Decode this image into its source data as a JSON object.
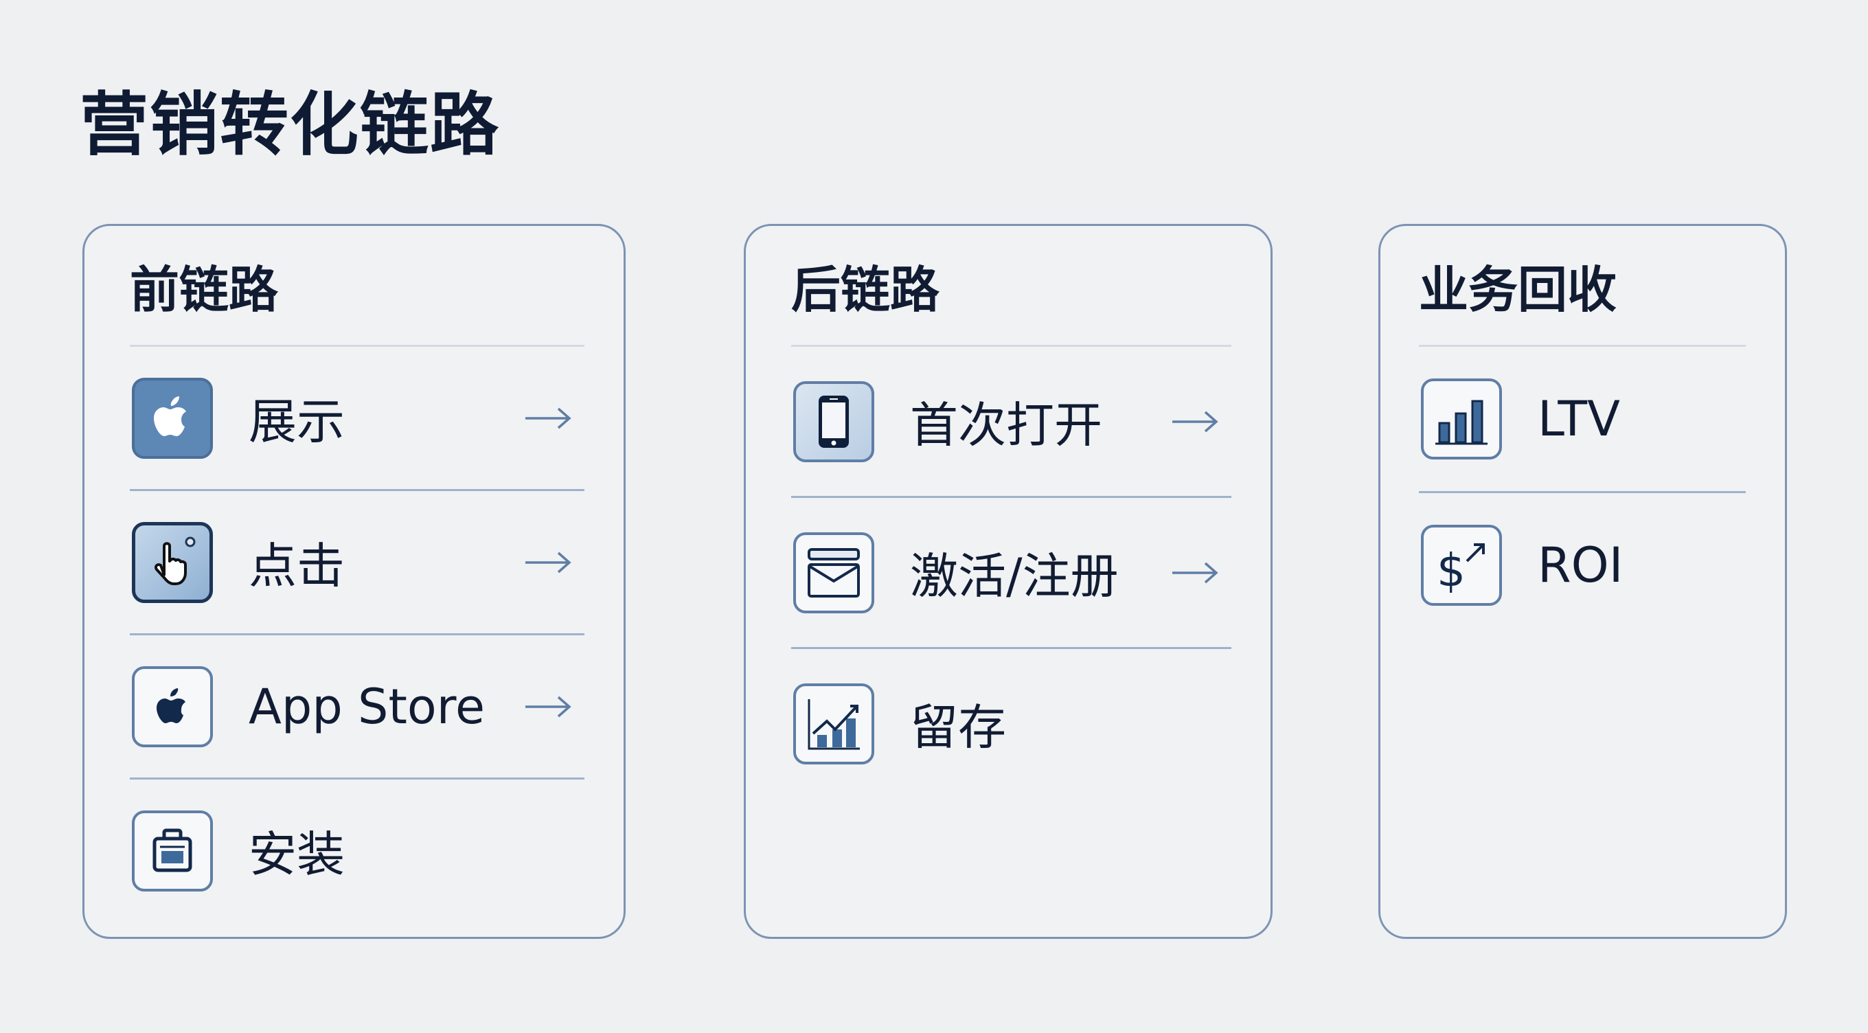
{
  "title": "营销转化链路",
  "columns": [
    {
      "header": "前链路",
      "items": [
        {
          "label": "展示",
          "icon": "apple-icon",
          "arrow": true
        },
        {
          "label": "点击",
          "icon": "pointer-hand-icon",
          "arrow": true
        },
        {
          "label": "App Store",
          "icon": "app-store-apple-icon",
          "arrow": true
        },
        {
          "label": "安装",
          "icon": "install-package-icon",
          "arrow": false
        }
      ]
    },
    {
      "header": "后链路",
      "items": [
        {
          "label": "首次打开",
          "icon": "smartphone-icon",
          "arrow": true
        },
        {
          "label": "激活/注册",
          "icon": "mail-icon",
          "arrow": true
        },
        {
          "label": "留存",
          "icon": "growth-chart-icon",
          "arrow": false
        }
      ]
    },
    {
      "header": "业务回收",
      "items": [
        {
          "label": "LTV",
          "icon": "bar-chart-icon",
          "arrow": false
        },
        {
          "label": "ROI",
          "icon": "dollar-up-icon",
          "arrow": false
        }
      ]
    }
  ],
  "colors": {
    "navy": "#111c33",
    "accent": "#5c86b4",
    "border": "#7d93b3"
  }
}
